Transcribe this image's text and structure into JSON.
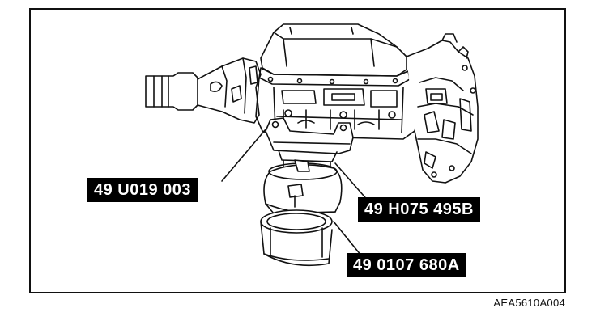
{
  "callouts": {
    "tool_a": "49 U019 003",
    "tool_b": "49 H075 495B",
    "tool_c": "49 0107 680A"
  },
  "figure_code": "AEA5610A004",
  "colors": {
    "line": "#111111",
    "label_bg": "#000000",
    "label_text": "#ffffff"
  }
}
